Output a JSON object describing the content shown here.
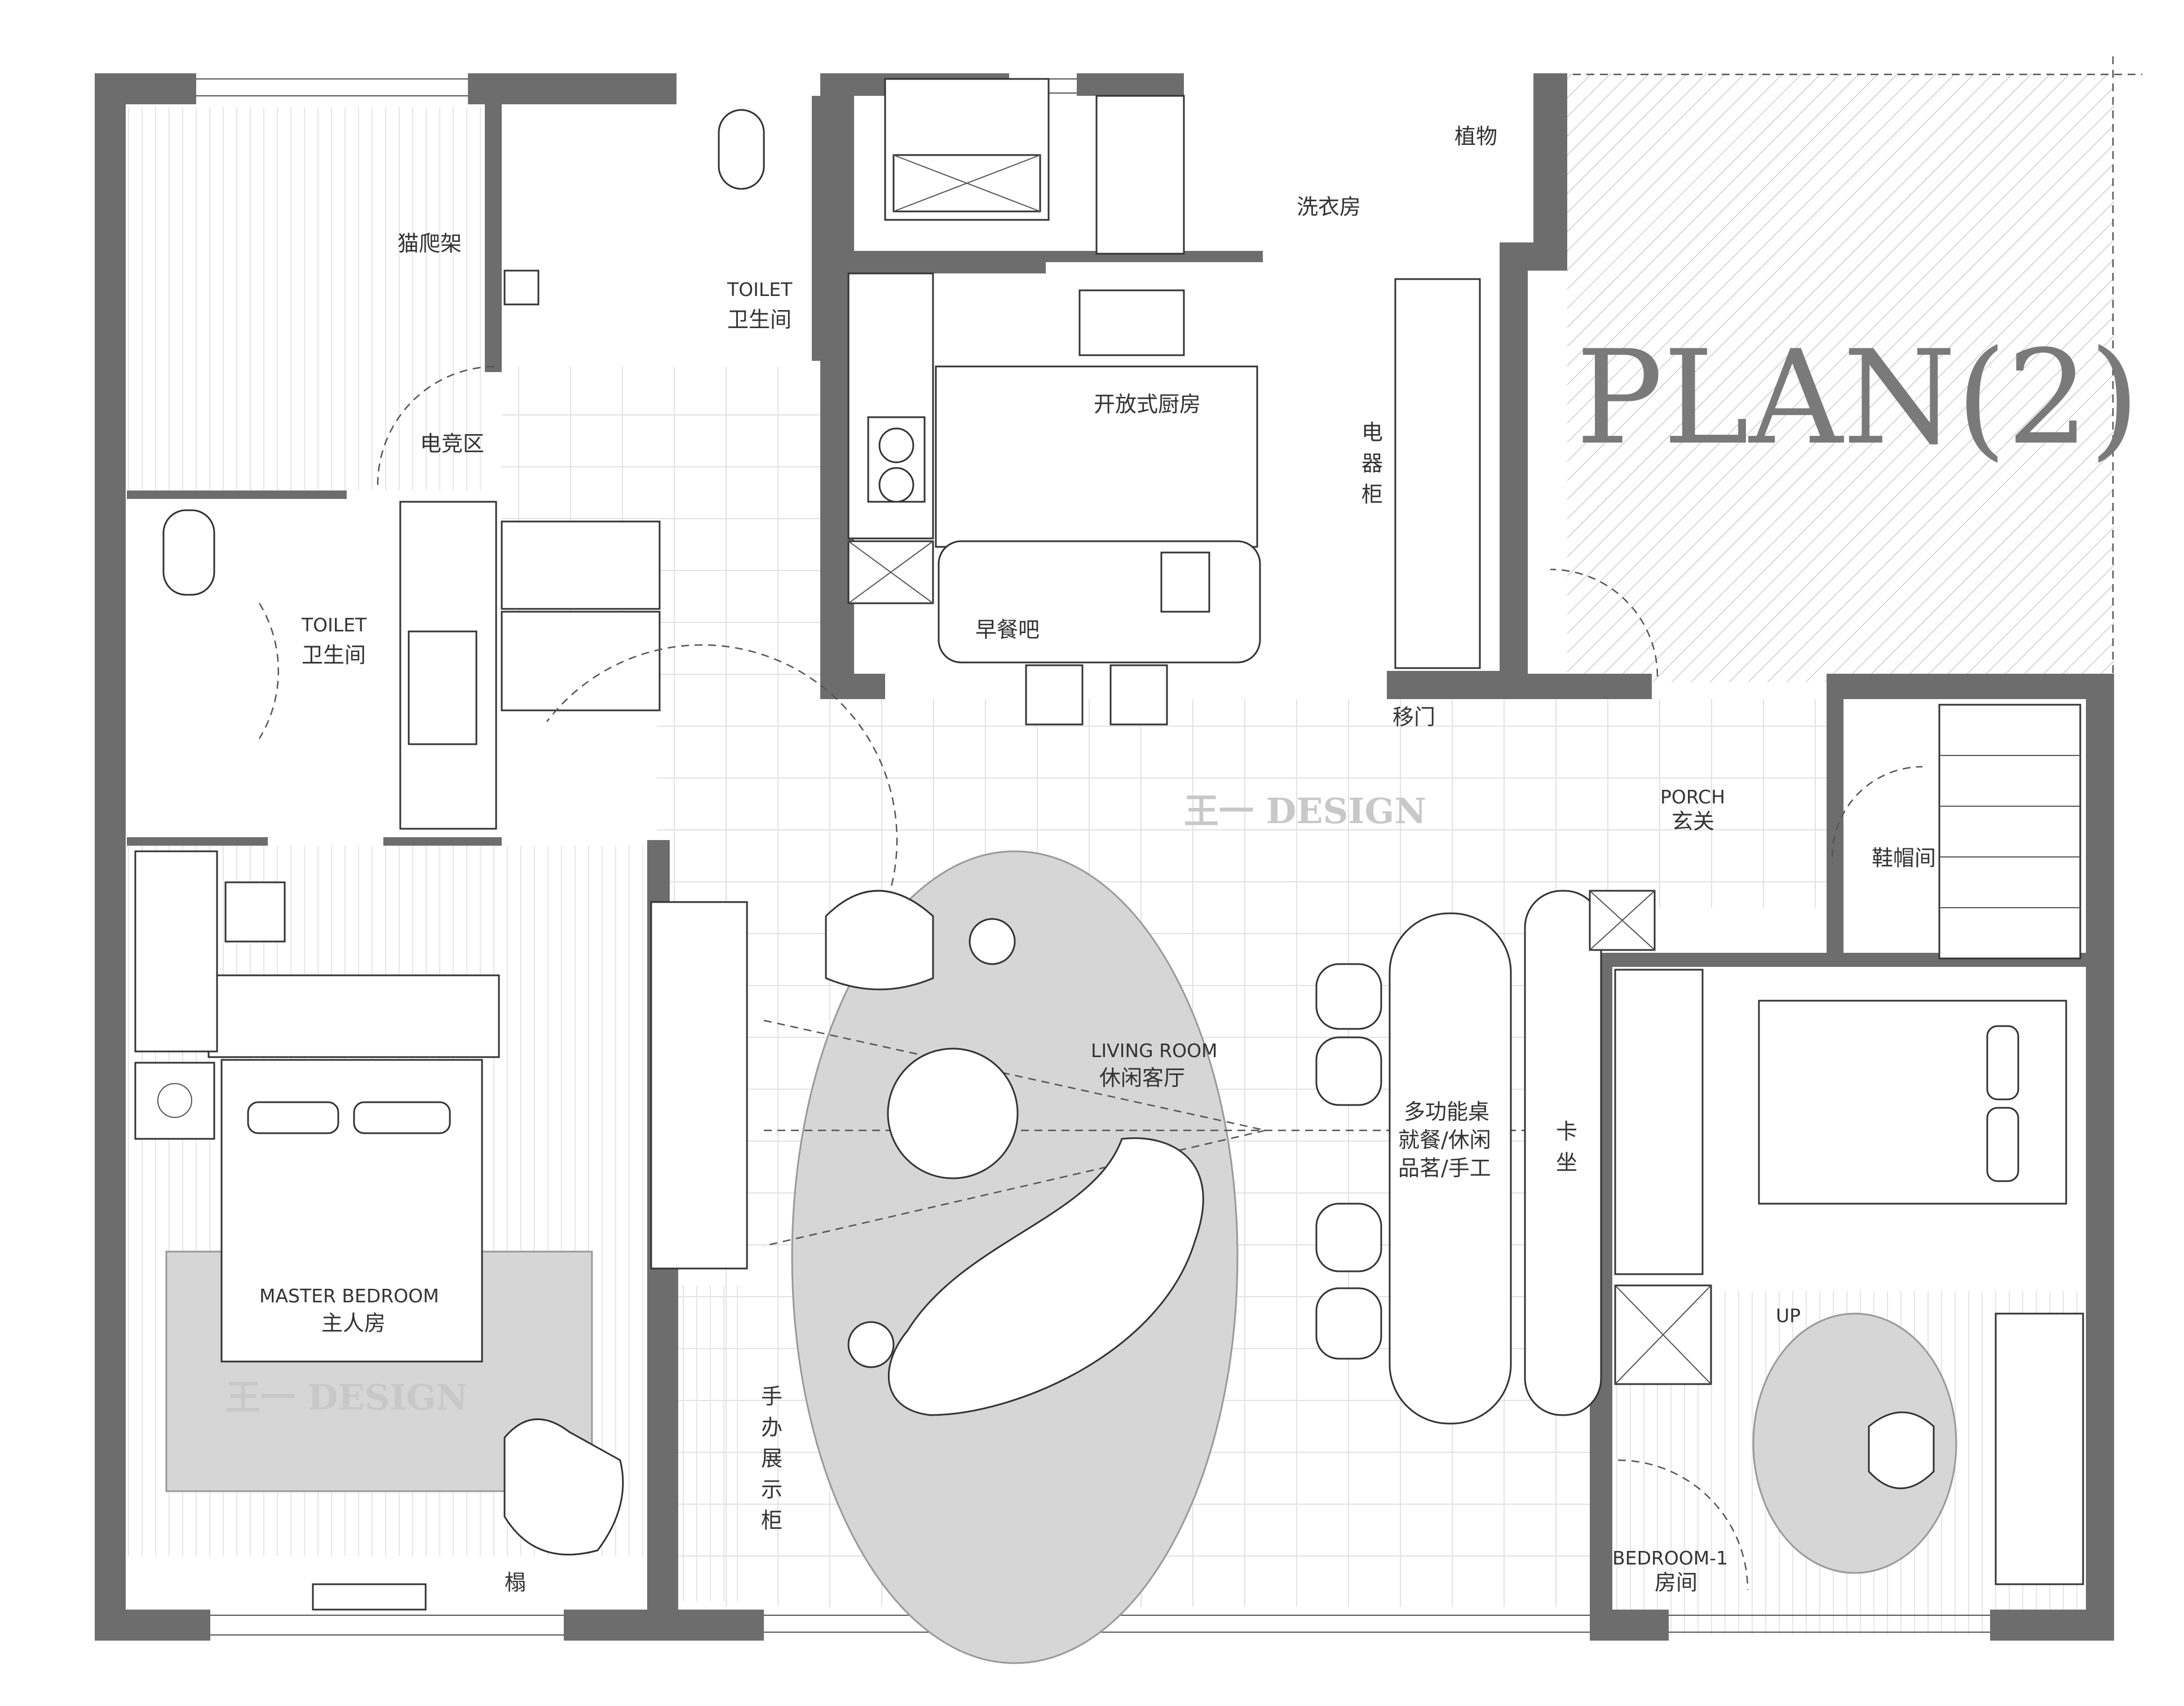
{
  "plan_title": "PLAN(2)",
  "watermarks": [
    "王一 DESIGN",
    "王一 DESIGN"
  ],
  "rooms": {
    "cat_tree": "猫爬架",
    "toilet_top_en": "TOILET",
    "toilet_top_cn": "卫生间",
    "esports": "电竞区",
    "kitchen": "开放式厨房",
    "appliance_cabinet": [
      "电",
      "器",
      "柜"
    ],
    "laundry": "洗衣房",
    "plants": "植物",
    "toilet_left_en": "TOILET",
    "toilet_left_cn": "卫生间",
    "breakfast_bar": "早餐吧",
    "sliding_door": "移门",
    "porch_en": "PORCH",
    "porch_cn": "玄关",
    "shoe_room": "鞋帽间",
    "living_en": "LIVING ROOM",
    "living_cn": "休闲客厅",
    "multi_table": [
      "多功能桌",
      "就餐/休闲",
      "品茗/手工"
    ],
    "booth": [
      "卡",
      "坐"
    ],
    "master_en": "MASTER BEDROOM",
    "master_cn": "主人房",
    "figure_cabinet": [
      "手",
      "办",
      "展",
      "示",
      "柜"
    ],
    "tatami": "榻",
    "up": "UP",
    "bedroom1_en": "BEDROOM-1",
    "bedroom1_cn": "房间"
  },
  "colors": {
    "wall": "#6d6d6d",
    "rug": "#d6d6d6",
    "grid": "#dcdcdc",
    "title": "#7a7a7a"
  }
}
